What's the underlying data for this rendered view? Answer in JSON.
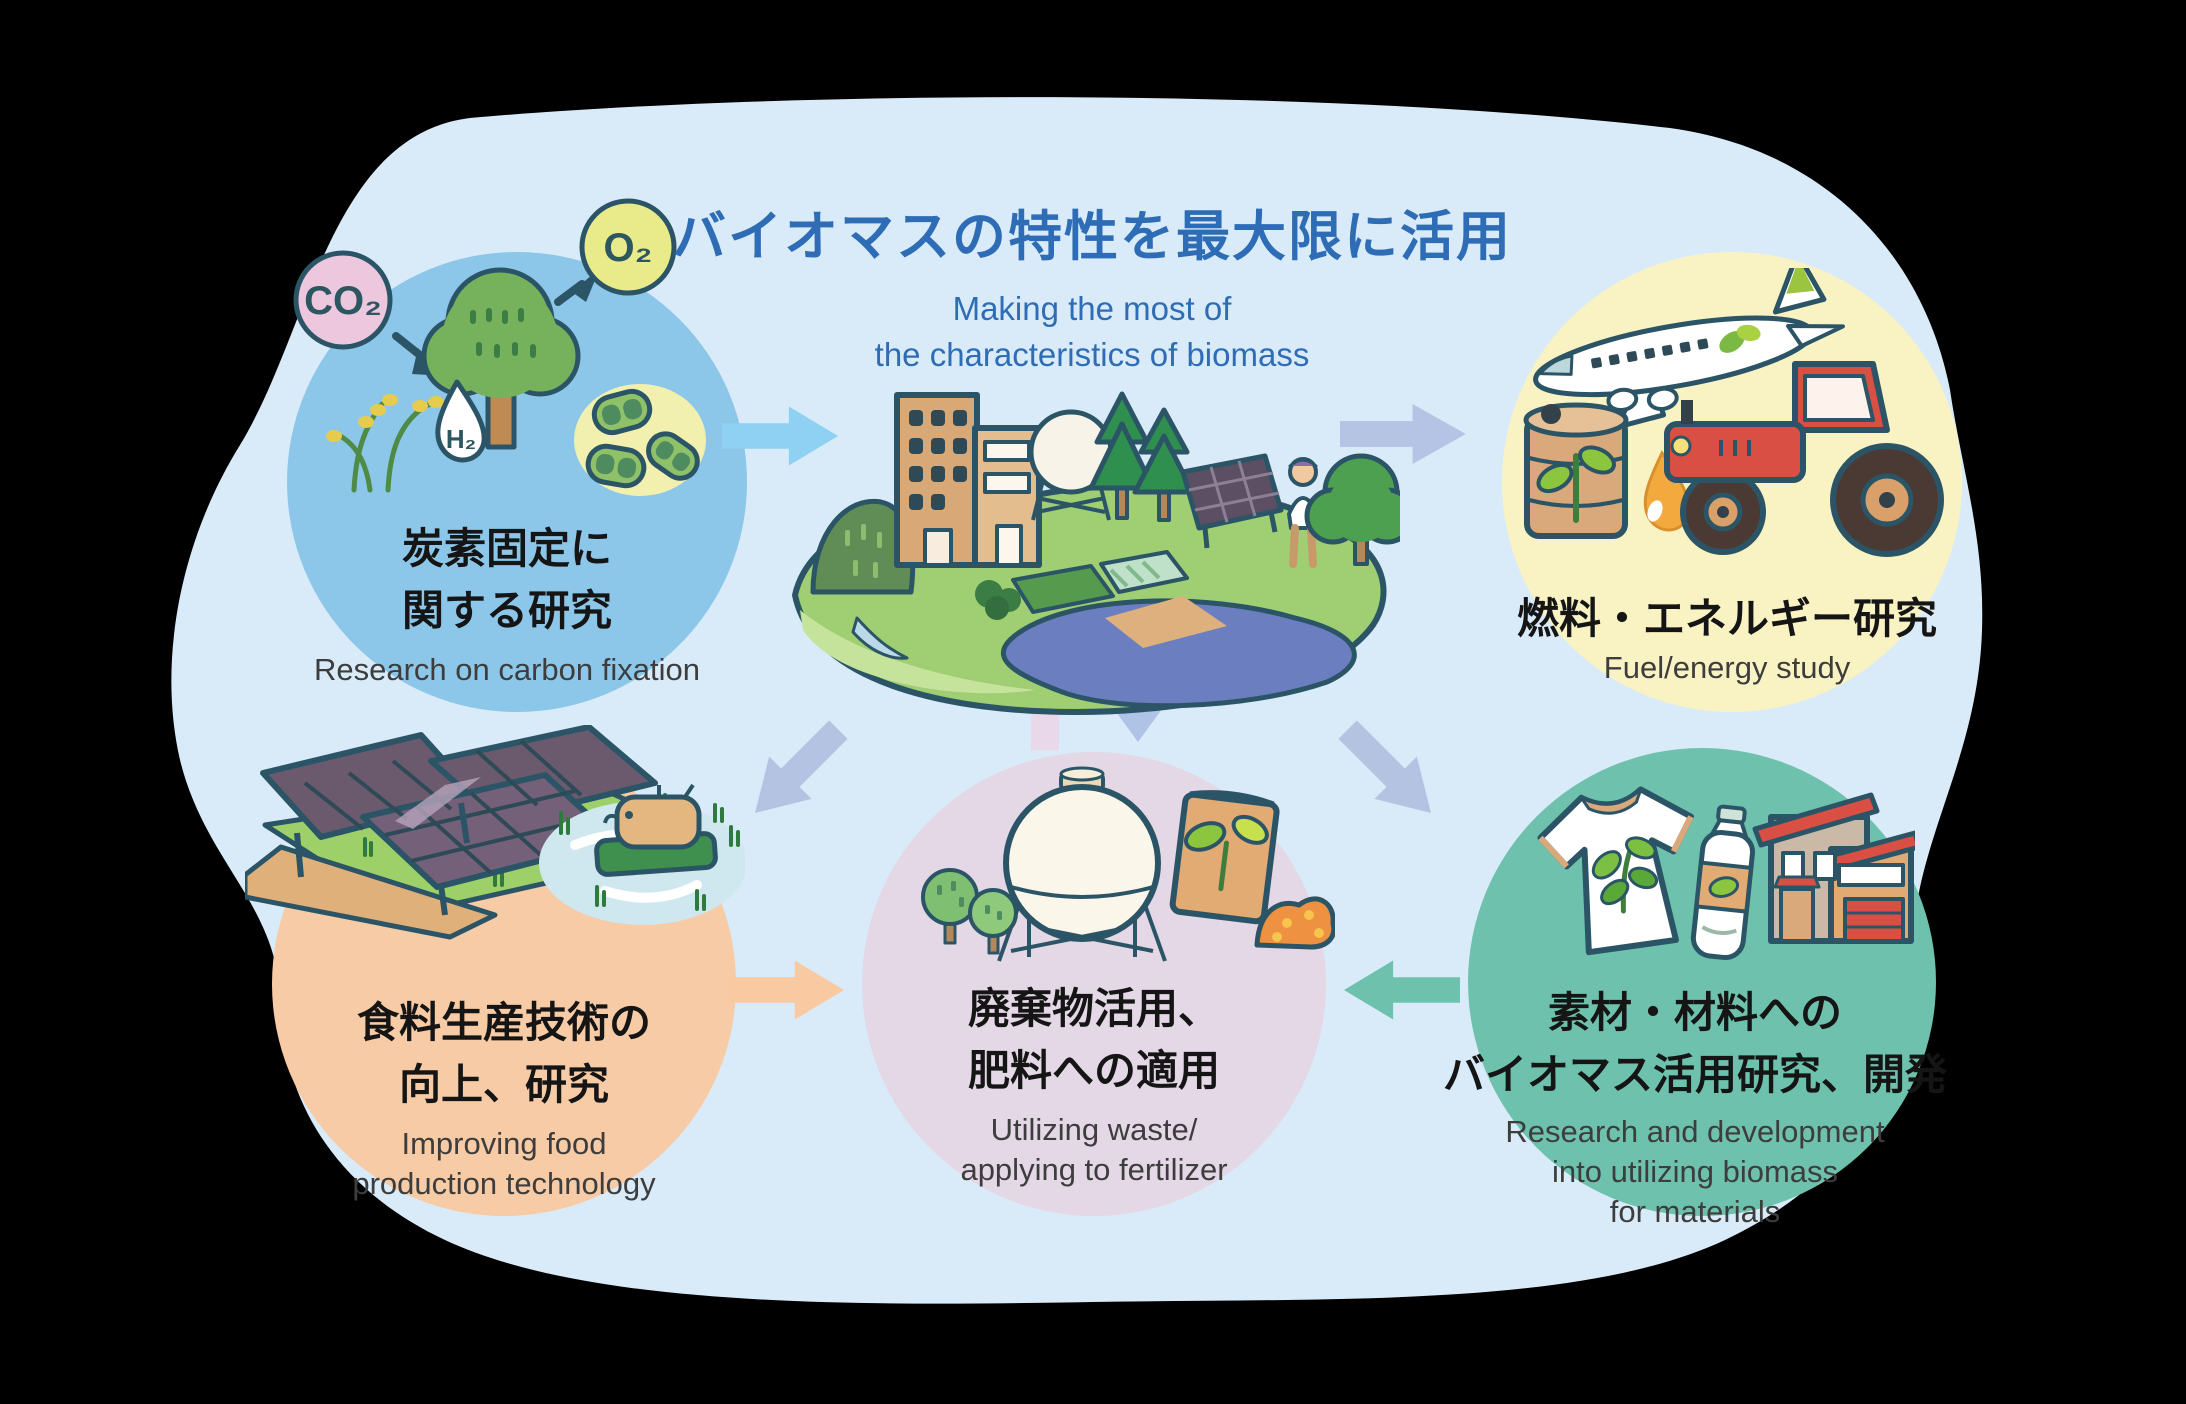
{
  "page": {
    "background_color": "#000000",
    "blob_color": "#d9ebf8"
  },
  "header": {
    "title_ja": "バイオマスの特性を最大限に活用",
    "subtitle_en_line1": "Making the most of",
    "subtitle_en_line2": "the characteristics of biomass",
    "title_color": "#2e6db6"
  },
  "molecule_labels": {
    "co2": "CO₂",
    "h2": "H₂",
    "o2": "O₂"
  },
  "nodes": {
    "carbon_fixation": {
      "ja_line1": "炭素固定に",
      "ja_line2": "関する研究",
      "en": "Research on carbon fixation",
      "circle_color": "#8cc7e9"
    },
    "fuel_energy": {
      "ja": "燃料・エネルギー研究",
      "en": "Fuel/energy study",
      "circle_color": "#f9f3c3"
    },
    "food_production": {
      "ja_line1": "食料生産技術の",
      "ja_line2": "向上、研究",
      "en_line1": "Improving food",
      "en_line2": "production technology",
      "circle_color": "#f7cba5"
    },
    "waste_fertilizer": {
      "ja_line1": "廃棄物活用、",
      "ja_line2": "肥料への適用",
      "en_line1": "Utilizing waste/",
      "en_line2": "applying to fertilizer",
      "circle_color": "#e4d7e6"
    },
    "materials": {
      "ja_line1": "素材・材料への",
      "ja_line2": "バイオマス活用研究、開発",
      "en_line1": "Research and development",
      "en_line2": "into utilizing biomass",
      "en_line3": "for materials",
      "circle_color": "#6ec2ad"
    }
  },
  "arrows": {
    "carbon_to_hub": "#8ed1f2",
    "hub_to_fuel": "#b5c4e5",
    "hub_to_waste_down": "#aec3e5",
    "waste_to_hub_up": "#e9d8e9",
    "hub_to_food_diagonal": "#b5c3e3",
    "hub_to_materials_diagonal": "#b5c3e3",
    "food_to_waste": "#f9caa2",
    "materials_to_waste": "#6ec2ad"
  }
}
